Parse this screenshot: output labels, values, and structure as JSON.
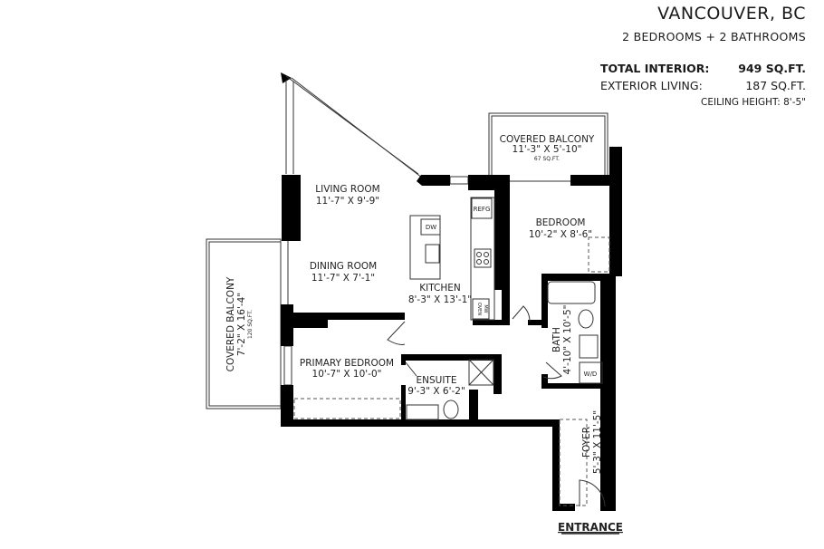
{
  "header": {
    "city": "VANCOUVER, BC",
    "bedrooms_bathrooms": "2 BEDROOMS + 2 BATHROOMS",
    "total_interior_label": "TOTAL INTERIOR:",
    "total_interior_value": "949 SQ.FT.",
    "exterior_living_label": "EXTERIOR LIVING:",
    "exterior_living_value": "187 SQ.FT.",
    "ceiling_height": "CEILING HEIGHT: 8'-5\""
  },
  "rooms": {
    "living": {
      "name": "LIVING ROOM",
      "dims": "11'-7\" X 9'-9\""
    },
    "dining": {
      "name": "DINING ROOM",
      "dims": "11'-7\" X 7'-1\""
    },
    "kitchen": {
      "name": "KITCHEN",
      "dims": "8'-3\" X 13'-1\""
    },
    "bedroom": {
      "name": "BEDROOM",
      "dims": "10'-2\" X 8'-6\""
    },
    "balcony_top": {
      "name": "COVERED BALCONY",
      "dims": "11'-3\" X 5'-10\"",
      "area": "67 SQ.FT."
    },
    "balcony_left": {
      "name": "COVERED BALCONY",
      "dims": "7'-2\" X 16'-4\"",
      "area": "120 SQ.FT."
    },
    "primary": {
      "name": "PRIMARY BEDROOM",
      "dims": "10'-7\" X 10'-0\""
    },
    "ensuite": {
      "name": "ENSUITE",
      "dims": "9'-3\" X 6'-2\""
    },
    "bath": {
      "name": "BATH",
      "dims": "4'-10\" X 10'-5\""
    },
    "foyer": {
      "name": "FOYER",
      "dims": "5'-3\" X 11'-5\""
    }
  },
  "fixtures": {
    "refrigerator": "REFG",
    "dishwasher": "DW",
    "oven": "OVEN",
    "microwave": "MW",
    "washer_dryer": "W/D"
  },
  "entrance": "ENTRANCE"
}
